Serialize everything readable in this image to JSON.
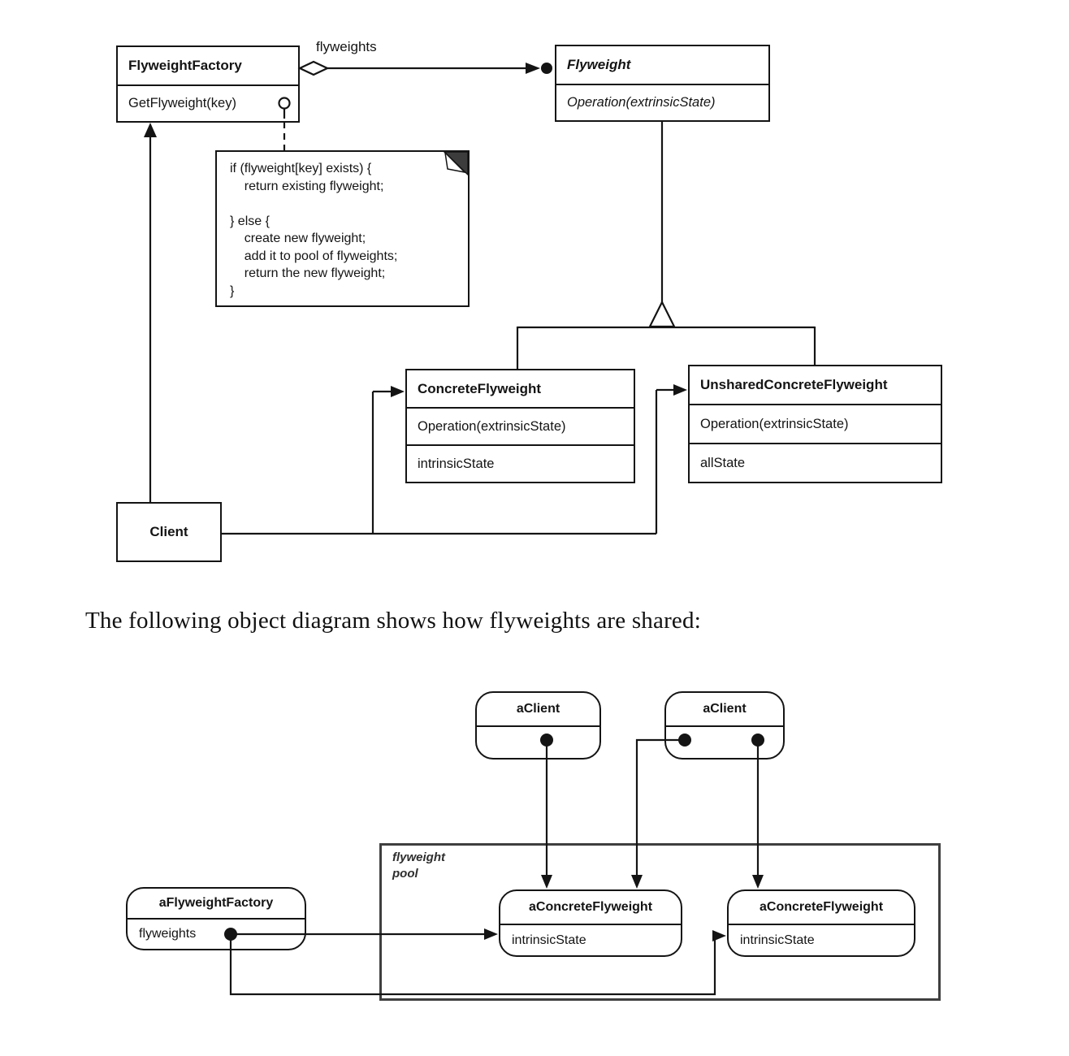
{
  "colors": {
    "ink": "#141414",
    "paper": "#ffffff",
    "pool_border": "#3f3f3f"
  },
  "class_diagram": {
    "flyweight_factory": {
      "name": "FlyweightFactory",
      "method": "GetFlyweight(key)"
    },
    "flyweight": {
      "name": "Flyweight",
      "method": "Operation(extrinsicState)"
    },
    "concrete_flyweight": {
      "name": "ConcreteFlyweight",
      "method": "Operation(extrinsicState)",
      "attribute": "intrinsicState"
    },
    "unshared_concrete_flyweight": {
      "name": "UnsharedConcreteFlyweight",
      "method": "Operation(extrinsicState)",
      "attribute": "allState"
    },
    "client": {
      "name": "Client"
    },
    "association_label": "flyweights",
    "note": {
      "lines": [
        "if (flyweight[key] exists) {",
        "    return existing flyweight;",
        "",
        "} else {",
        "    create new flyweight;",
        "    add it to pool of flyweights;",
        "    return the new flyweight;",
        "}"
      ]
    }
  },
  "caption": "The following object diagram shows how flyweights are shared:",
  "object_diagram": {
    "pool_label": "flyweight\npool",
    "client1": {
      "name": "aClient"
    },
    "client2": {
      "name": "aClient"
    },
    "factory": {
      "name": "aFlyweightFactory",
      "attribute": "flyweights"
    },
    "flyweight1": {
      "name": "aConcreteFlyweight",
      "attribute": "intrinsicState"
    },
    "flyweight2": {
      "name": "aConcreteFlyweight",
      "attribute": "intrinsicState"
    }
  }
}
